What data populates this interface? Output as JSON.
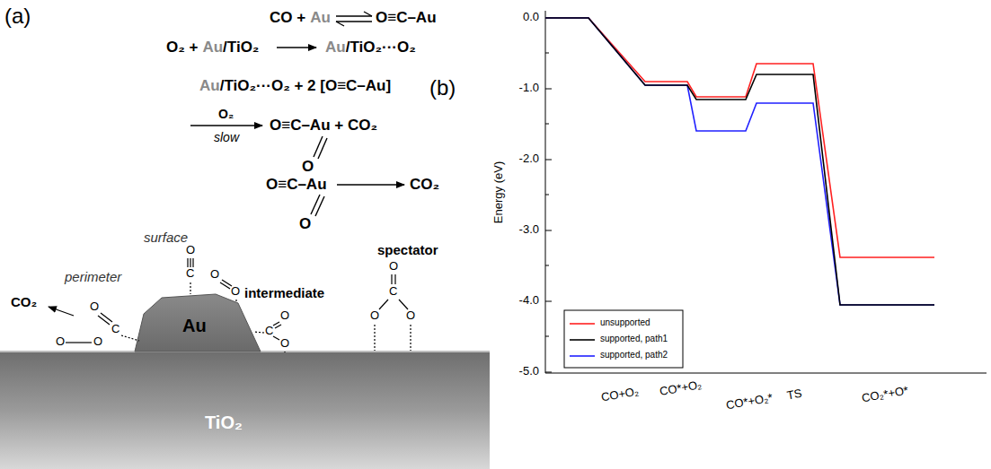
{
  "diagram": {
    "labels": [
      "(a)",
      "CO +",
      "Au",
      "O≡C–Au",
      "O₂ +",
      "Au",
      "/TiO₂",
      "Au",
      "/TiO₂···O₂",
      "Au",
      "/TiO₂···O₂ + 2 [O≡C–Au]",
      "O₂",
      "slow",
      "O≡C–Au + CO₂",
      "O",
      "O≡C–Au",
      "O",
      "CO₂",
      "surface",
      "perimeter",
      "intermediate",
      "spectator",
      "CO₂",
      "Au",
      "TiO₂",
      "O",
      "C",
      "O",
      "O",
      "O",
      "C",
      "O",
      "O",
      "O",
      "C",
      "O",
      "O",
      "C",
      "O",
      "O",
      "(b)",
      "0.0",
      "-1.0",
      "-2.0",
      "-3.0",
      "-4.0",
      "-5.0",
      "Energy (eV)",
      "CO+O₂",
      "CO*+O₂",
      "CO*+O₂*",
      "TS",
      "CO₂*+O*"
    ],
    "legend": [
      {
        "text": "unsupported"
      },
      {
        "text": "supported, path1"
      },
      {
        "text": "supported, path2"
      }
    ]
  }
}
